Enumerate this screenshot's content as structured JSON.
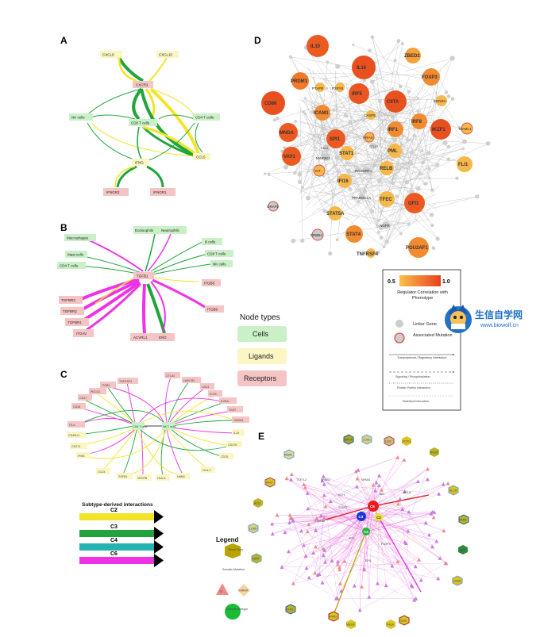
{
  "panels": {
    "a": "A",
    "b": "B",
    "c": "C",
    "d": "D",
    "e": "E"
  },
  "panel_a": {
    "ligands": [
      "CXCL9",
      "CXCL10"
    ],
    "receptor_top": "CXCR3",
    "cells": [
      "NK cells",
      "CD8 T cells",
      "CD4 T cells"
    ],
    "ligand_mid": "IFNG",
    "ligand_right": "CCL5",
    "receptors": [
      "IFNGR2",
      "IFNGR1"
    ]
  },
  "panel_b": {
    "cells_left": [
      "Macrophages",
      "Mast cells",
      "CD4 T cells"
    ],
    "cells_top": [
      "Eosinophils",
      "Neutrophils"
    ],
    "cells_right": [
      "B cells",
      "CD8 T cells",
      "NK cells"
    ],
    "center": "TGFB1",
    "receptors_left": [
      "TGFBR3",
      "TGFBR2",
      "TGFBR1",
      "ITGAV"
    ],
    "receptors_bottom": [
      "ACVRL1",
      "ENG"
    ],
    "receptors_right": [
      "ITGB8",
      "ITGB6"
    ]
  },
  "panel_c": {
    "left": [
      "ITLA",
      "CD40LG",
      "CD274",
      "IFNG"
    ],
    "top": [
      "ITGB2",
      "TNFRSF4",
      "PDCD1",
      "CD27",
      "CD28"
    ],
    "top_right": [
      "CTLA4",
      "HAVCR2",
      "LAG3",
      "ICOS",
      "IL2RA",
      "TIGIT"
    ],
    "right": [
      "HMGB1",
      "IL15",
      "CD276",
      "CD70"
    ],
    "bottom": [
      "CCL5",
      "TGFB1",
      "VEGFB",
      "HLA-A",
      "HAM1",
      "HLA-C"
    ],
    "center": [
      "CD8 T cells",
      "NK T cells"
    ]
  },
  "node_types": {
    "title": "Node types",
    "cells": "Cells",
    "ligands": "Ligands",
    "receptors": "Receptors"
  },
  "subtype_legend": {
    "title": "Subtype-derived interactions",
    "items": [
      {
        "label": "C2",
        "color": "#f2e529"
      },
      {
        "label": "C3",
        "color": "#1fa53b"
      },
      {
        "label": "C4",
        "color": "#24b3b0"
      },
      {
        "label": "C6",
        "color": "#ef32e6"
      }
    ]
  },
  "panel_d": {
    "genes": [
      "IL10",
      "IL16",
      "ZBED2",
      "FOXP3",
      "PRDM1",
      "IRF5",
      "CIITA",
      "PTAFR",
      "P2RY8",
      "EDNRA",
      "CD86",
      "ICAM1",
      "CASP6",
      "IRF1",
      "IRF8",
      "IKZF1",
      "MAML1",
      "MNDA",
      "SPI1",
      "HRAS",
      "PML",
      "VAV1",
      "STAT1",
      "RAC1",
      "FLI1",
      "MAP2K1",
      "KIT",
      "RASGRF1",
      "RELB",
      "IFI16",
      "PPARGC1A",
      "TFEC",
      "GFI1",
      "GRAP2",
      "STAT5A",
      "NGFR",
      "STAT4",
      "ERBB4",
      "TNFRSF4",
      "POU2AF1",
      "CTLA4"
    ],
    "legend": {
      "scale_min": "0.5",
      "scale_max": "1.0",
      "scale_label": "Regulator Correlation with Phenotype",
      "linker": "Linker Gene",
      "mutation": "Associated Mutation",
      "edge1": "Transcriptional / Regulatory Interaction",
      "edge2": "Signaling / Phosphorylation",
      "edge3": "Protein-Protein Interaction",
      "edge4": "Statistical Interaction"
    }
  },
  "watermark": {
    "title": "生信自学网",
    "url": "www.biowolf.cn"
  },
  "panel_e": {
    "center_nodes": [
      "C6",
      "C3",
      "C2",
      "C4"
    ],
    "tumor_types": [
      "BRCA",
      "LUSC",
      "LGG",
      "PCPG",
      "SKCM",
      "READ",
      "KIRC",
      "SLCA",
      "ACC",
      "PAAD",
      "LUAD",
      "UVM",
      "KIRP",
      "COAD",
      "STAD",
      "MESO",
      "PRAD",
      "CESC",
      "THCA"
    ],
    "tf_labels": [
      "TCF7L2",
      "ERBB2",
      "NFKB1",
      "KLF1",
      "BCL6",
      "STAT3",
      "JUN",
      "STAT5A",
      "IRF1",
      "SPI1",
      "FOXP3"
    ],
    "legend": {
      "title": "Legend",
      "tumor_type": "Tumor Type",
      "somatic": "Somatic Mutation",
      "tf": "TF",
      "mirna": "miRNA",
      "immune": "Immune Subtype"
    }
  },
  "colors": {
    "cell_fill": "#c9f0c6",
    "ligand_fill": "#fbf6c3",
    "receptor_fill": "#f5c4c4",
    "orange_dark": "#e8541e",
    "orange_light": "#f6b84a"
  }
}
